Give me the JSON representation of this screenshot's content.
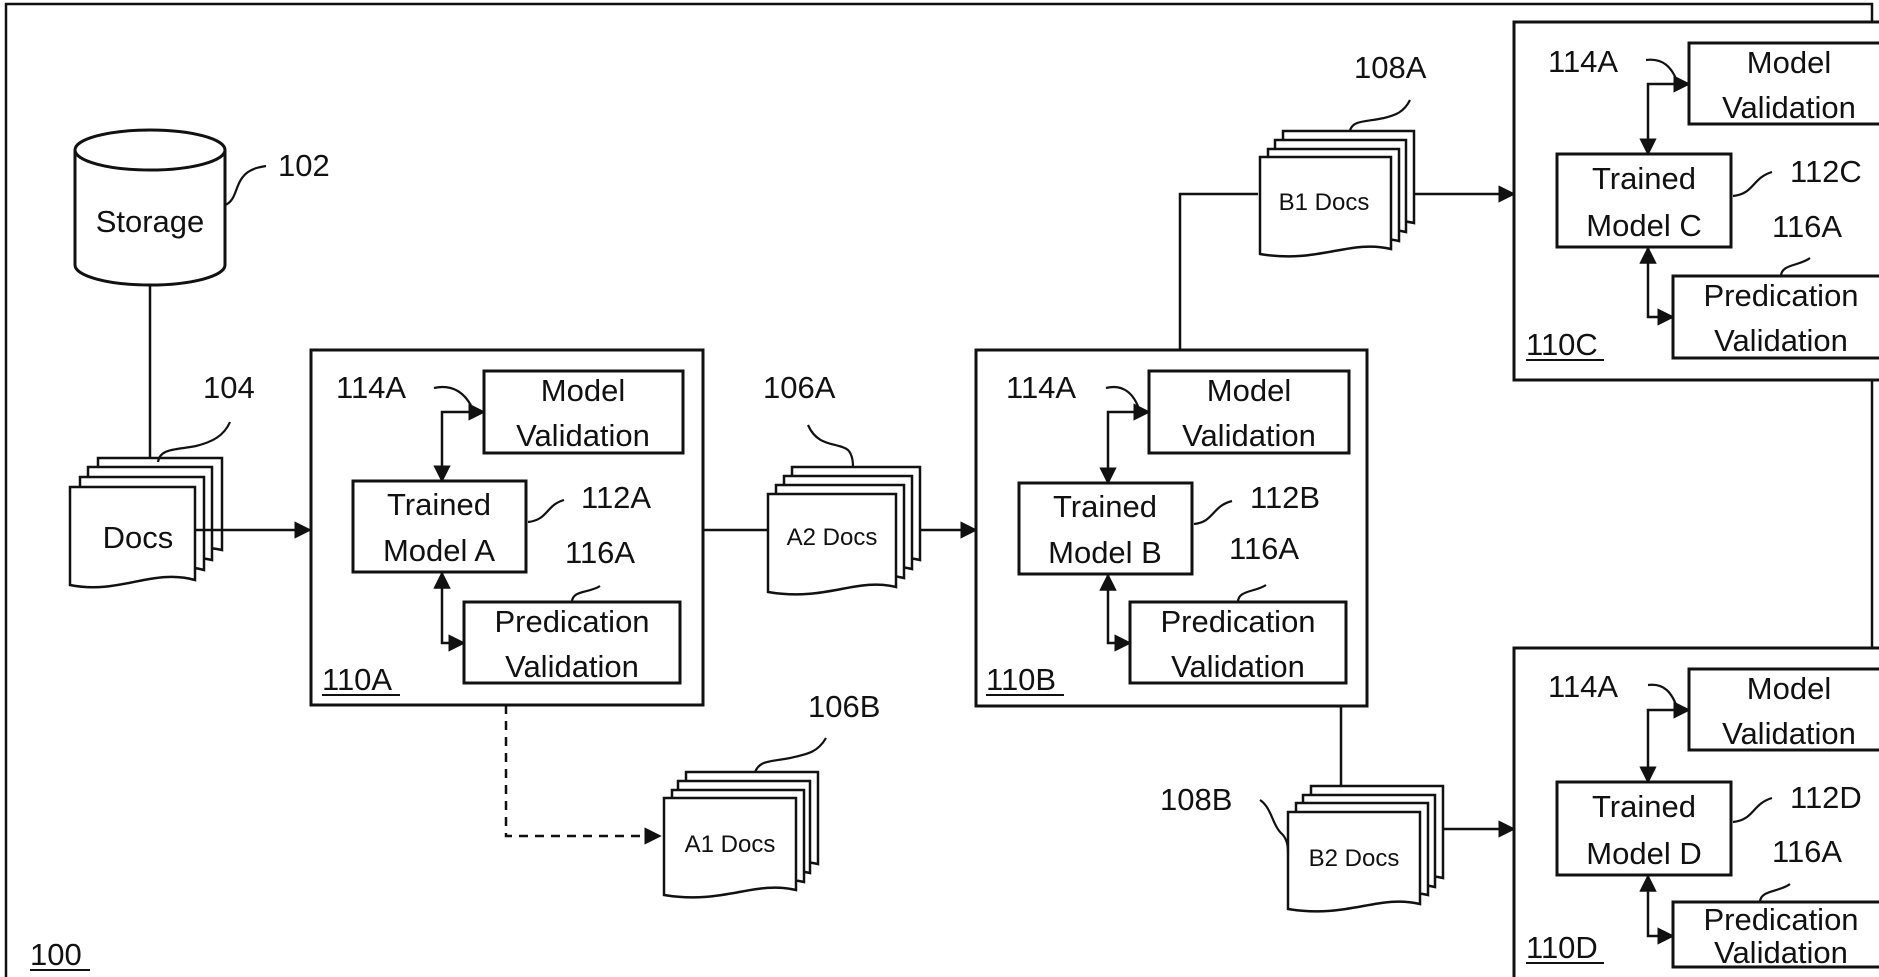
{
  "figure_label": "100",
  "storage": {
    "label": "Storage",
    "ref": "102"
  },
  "docs": {
    "label": "Docs",
    "ref": "104"
  },
  "a2_docs": {
    "label": "A2 Docs",
    "ref": "106A"
  },
  "a1_docs": {
    "label": "A1 Docs",
    "ref": "106B"
  },
  "b1_docs": {
    "label": "B1 Docs",
    "ref": "108A"
  },
  "b2_docs": {
    "label": "B2 Docs",
    "ref": "108B"
  },
  "stages": {
    "a": {
      "id": "110A",
      "model_ref": "112A",
      "model_l1": "Trained",
      "model_l2": "Model A",
      "mv_ref": "114A",
      "mv_l1": "Model",
      "mv_l2": "Validation",
      "pv_ref": "116A",
      "pv_l1": "Predication",
      "pv_l2": "Validation"
    },
    "b": {
      "id": "110B",
      "model_ref": "112B",
      "model_l1": "Trained",
      "model_l2": "Model B",
      "mv_ref": "114A",
      "mv_l1": "Model",
      "mv_l2": "Validation",
      "pv_ref": "116A",
      "pv_l1": "Predication",
      "pv_l2": "Validation"
    },
    "c": {
      "id": "110C",
      "model_ref": "112C",
      "model_l1": "Trained",
      "model_l2": "Model C",
      "mv_ref": "114A",
      "mv_l1": "Model",
      "mv_l2": "Validation",
      "pv_ref": "116A",
      "pv_l1": "Predication",
      "pv_l2": "Validation"
    },
    "d": {
      "id": "110D",
      "model_ref": "112D",
      "model_l1": "Trained",
      "model_l2": "Model D",
      "mv_ref": "114A",
      "mv_l1": "Model",
      "mv_l2": "Validation",
      "pv_ref": "116A",
      "pv_l1": "Predication",
      "pv_l2": "Validation"
    }
  }
}
